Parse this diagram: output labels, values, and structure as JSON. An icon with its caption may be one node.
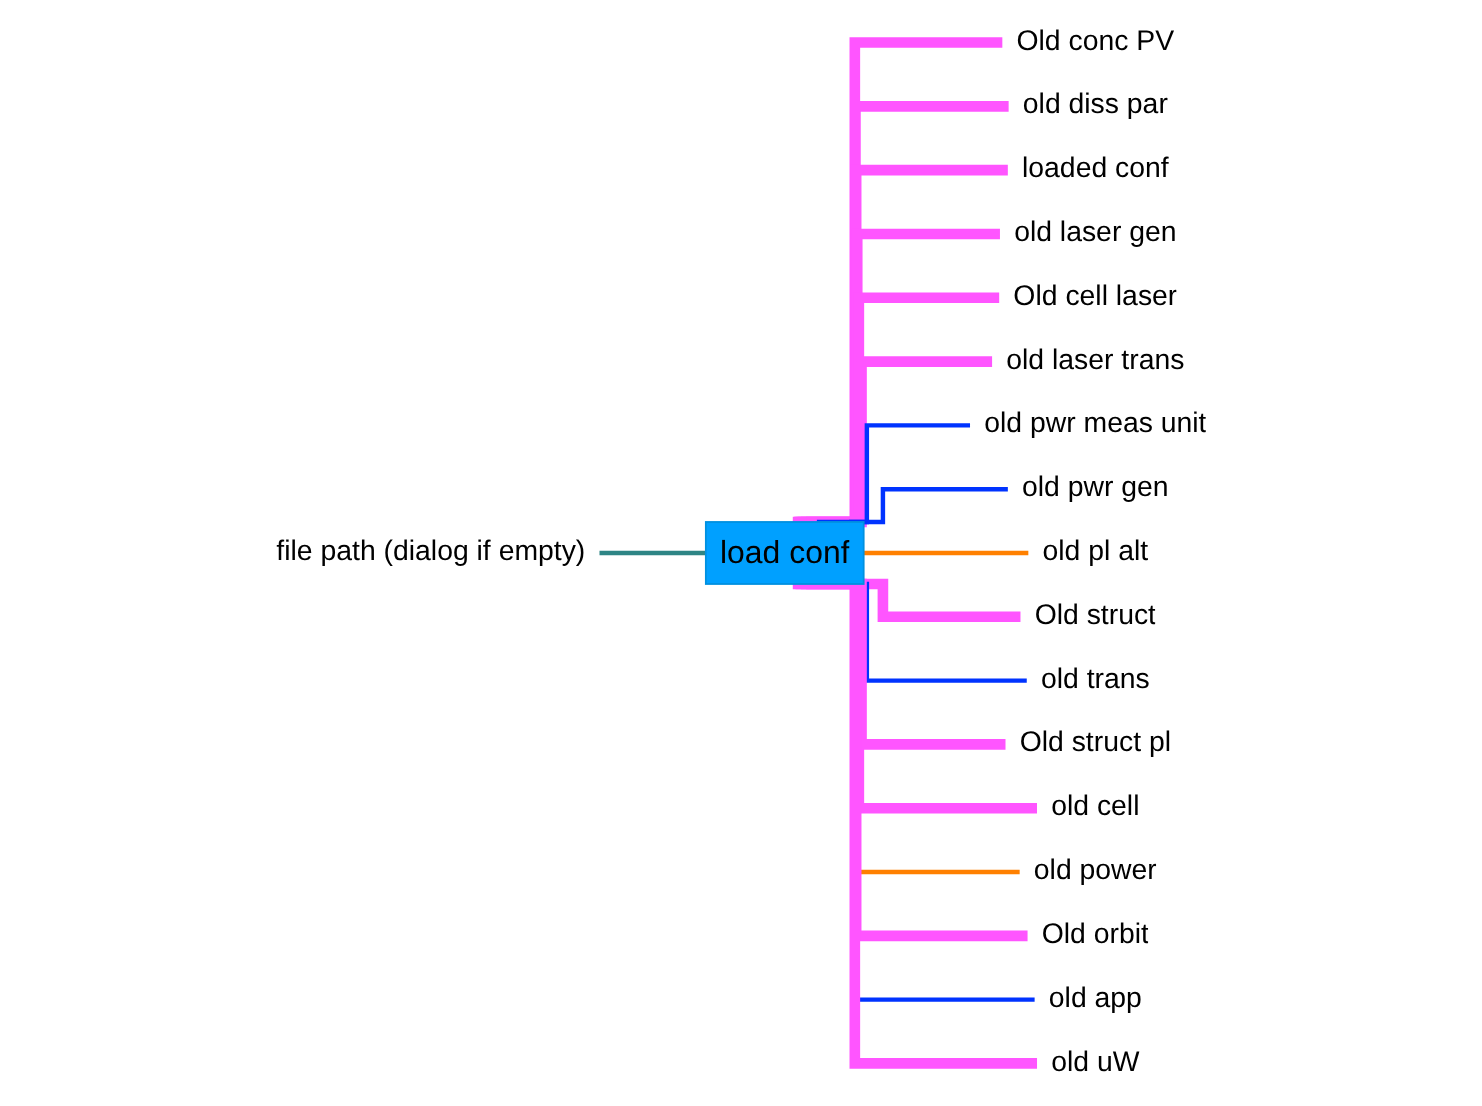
{
  "diagram": {
    "nodes": [
      {
        "text": [
          "file path (dialog if empty)"
        ]
      },
      {
        "text": [
          "load conf"
        ]
      },
      {
        "text": [
          "Old conc PV"
        ]
      },
      {
        "text": [
          "old diss par"
        ]
      },
      {
        "text": [
          "loaded conf"
        ]
      },
      {
        "text": [
          "old laser gen"
        ]
      },
      {
        "text": [
          "Old cell laser"
        ]
      },
      {
        "text": [
          "old laser trans"
        ]
      },
      {
        "text": [
          "old pwr meas unit"
        ]
      },
      {
        "text": [
          "old pwr gen"
        ]
      },
      {
        "text": [
          "old pl alt"
        ]
      },
      {
        "text": [
          "Old struct"
        ]
      },
      {
        "text": [
          "old  trans"
        ]
      },
      {
        "text": [
          "Old struct pl"
        ]
      },
      {
        "text": [
          "old cell"
        ]
      },
      {
        "text": [
          "old power"
        ]
      },
      {
        "text": [
          "Old orbit"
        ]
      },
      {
        "text": [
          "old  app"
        ]
      },
      {
        "text": [
          "old uW"
        ]
      }
    ],
    "edges": [
      {
        "from": 0,
        "to": 1,
        "arrow": "none",
        "color": "#2e8585"
      },
      {
        "from": 1,
        "to": 2,
        "arrow": "none"
      },
      {
        "from": 1,
        "to": 3,
        "arrow": "none"
      },
      {
        "from": 1,
        "to": 4,
        "arrow": "none"
      },
      {
        "from": 1,
        "to": 5,
        "arrow": "none"
      },
      {
        "from": 1,
        "to": 6,
        "arrow": "none"
      },
      {
        "from": 1,
        "to": 7,
        "arrow": "none"
      },
      {
        "from": 1,
        "to": 8,
        "arrow": "none",
        "color": "#0033ff"
      },
      {
        "from": 1,
        "to": 9,
        "arrow": "none",
        "color": "#0033ff"
      },
      {
        "from": 1,
        "to": 10,
        "arrow": "none",
        "color": "#ff8000"
      },
      {
        "from": 1,
        "to": 11,
        "arrow": "none"
      },
      {
        "from": 1,
        "to": 12,
        "arrow": "none",
        "color": "#0033ff"
      },
      {
        "from": 1,
        "to": 13,
        "arrow": "none"
      },
      {
        "from": 1,
        "to": 14,
        "arrow": "none"
      },
      {
        "from": 1,
        "to": 15,
        "arrow": "none",
        "color": "#ff8000"
      },
      {
        "from": 1,
        "to": 16,
        "arrow": "none"
      },
      {
        "from": 1,
        "to": 17,
        "arrow": "none",
        "color": "#0033ff"
      },
      {
        "from": 1,
        "to": 18,
        "arrow": "none"
      }
    ]
  }
}
